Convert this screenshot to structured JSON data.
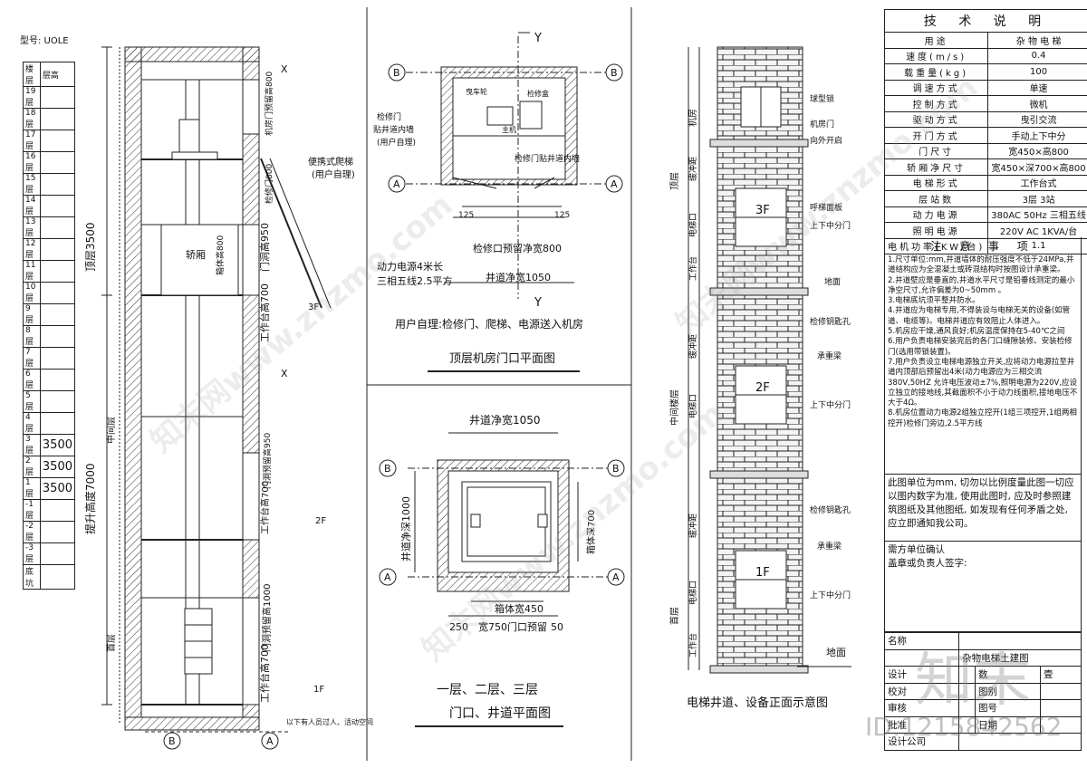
{
  "model_label": "型号: UOLE",
  "floor_table": {
    "headers": [
      "楼层",
      "层高"
    ],
    "rows": [
      {
        "floor": "19层",
        "height": ""
      },
      {
        "floor": "18层",
        "height": ""
      },
      {
        "floor": "17层",
        "height": ""
      },
      {
        "floor": "16层",
        "height": ""
      },
      {
        "floor": "15层",
        "height": ""
      },
      {
        "floor": "14层",
        "height": ""
      },
      {
        "floor": "13层",
        "height": ""
      },
      {
        "floor": "12层",
        "height": ""
      },
      {
        "floor": "11层",
        "height": ""
      },
      {
        "floor": "10层",
        "height": ""
      },
      {
        "floor": "9层",
        "height": ""
      },
      {
        "floor": "8层",
        "height": ""
      },
      {
        "floor": "7层",
        "height": ""
      },
      {
        "floor": "6层",
        "height": ""
      },
      {
        "floor": "5层",
        "height": ""
      },
      {
        "floor": "4层",
        "height": ""
      },
      {
        "floor": "3层",
        "height": "3500"
      },
      {
        "floor": "2层",
        "height": "3500"
      },
      {
        "floor": "1层",
        "height": "3500"
      },
      {
        "floor": "-1层",
        "height": ""
      },
      {
        "floor": "-2层",
        "height": ""
      },
      {
        "floor": "-3层",
        "height": ""
      },
      {
        "floor": "底坑",
        "height": ""
      }
    ]
  },
  "section": {
    "labels": {
      "top_height": "顶层3500",
      "lift_height": "提升高度7000",
      "mid": "中间层",
      "first": "首层",
      "car": "轿厢",
      "car_height": "箱体高800",
      "door_950": "门洞高950",
      "work_700_top": "工作台高700",
      "work_700_mid": "工作台高700",
      "work_700_bot": "工作台高700",
      "door_pre_950": "门洞预留高950",
      "door_pre_1000": "门洞预留高1000",
      "machine_door": "机房门预留高800",
      "service_door": "检修门800",
      "ladder": "便携式爬梯",
      "ladder_note": "(用户自理)",
      "floor_3f": "3F",
      "floor_2f": "2F",
      "floor_1f": "1F",
      "bottom_note": "以下有人员过人、活动空间",
      "axis_b": "B",
      "axis_a": "A",
      "x": "X"
    }
  },
  "top_plan": {
    "title": "顶层机房门口平面图",
    "note": "用户自理:检修门、爬梯、电源送入机房",
    "labels": {
      "y_top": "Y",
      "y_bot": "Y",
      "axis_b": "B",
      "axis_a": "A",
      "pulley": "曳车轮",
      "svc_box": "检修盒",
      "svc_door": "检修门",
      "svc_door2": "贴井道内墙",
      "svc_door3": "(用户自理)",
      "svc_door_in": "检修门贴井道内墙",
      "dim_125_l": "125",
      "dim_125_r": "125",
      "svc_width": "检修口预留净宽800",
      "shaft_width": "井道净宽1050",
      "power1": "动力电源4米长",
      "power2": "三相五线2.5平方",
      "motor": "主机"
    }
  },
  "floor_plan": {
    "title1": "一层、二层、三层",
    "title2": "门口、井道平面图",
    "labels": {
      "shaft_width": "井道净宽1050",
      "shaft_depth": "井道净深1000",
      "car_depth": "箱体深700",
      "car_width": "箱体宽450",
      "d250": "250",
      "door_w": "宽750门口预留",
      "d50": "50",
      "axis_b": "B",
      "axis_a": "A"
    }
  },
  "elevation": {
    "title": "电梯井道、设备正面示意图",
    "labels": {
      "top_floor": "顶层",
      "mid_floor": "中间楼层",
      "first_floor": "首层",
      "machine_room": "机房",
      "buffer_top": "缓冲距",
      "door_top": "电梯口",
      "work_top": "工作台",
      "buffer_mid": "缓冲距",
      "door_mid": "电梯口",
      "buffer_bot": "缓冲距",
      "door_bot": "电梯口",
      "work_bot": "工作台",
      "lock": "球型锁",
      "mr_door": "机房门",
      "out_open": "向外开启",
      "call_panel": "呼梯面板",
      "split_door_3": "上下中分门",
      "floor_mark": "地面",
      "key_hole_2": "检修钥匙孔",
      "bearing_2": "承重梁",
      "split_door_2": "上下中分门",
      "key_hole_1": "检修钥匙孔",
      "bearing_1": "承重梁",
      "split_door_1": "上下中分门",
      "ground": "地面",
      "f3": "3F",
      "f2": "2F",
      "f1": "1F"
    }
  },
  "spec": {
    "title": "技 术 说 明",
    "rows": [
      {
        "k": "用途",
        "v": "杂 物 电 梯"
      },
      {
        "k": "速度(m/s)",
        "v": "0.4"
      },
      {
        "k": "载重量(kg)",
        "v": "100"
      },
      {
        "k": "调速方式",
        "v": "单速"
      },
      {
        "k": "控制方式",
        "v": "微机"
      },
      {
        "k": "驱动方式",
        "v": "曳引交流"
      },
      {
        "k": "开门方式",
        "v": "手动上下中分"
      },
      {
        "k": "门尺寸",
        "v": "宽450×高800"
      },
      {
        "k": "轿厢净尺寸",
        "v": "宽450×深700×高800"
      },
      {
        "k": "电梯形式",
        "v": "工作台式"
      },
      {
        "k": "层站数",
        "v": "3层 3站"
      },
      {
        "k": "动力电源",
        "v": "380AC 50Hz 三相五线"
      },
      {
        "k": "照明电源",
        "v": "220V AC 1KVA/台"
      },
      {
        "k": "电机功率(KW/台)",
        "v": "1.1"
      }
    ]
  },
  "notes": {
    "title": "注 意 事 项",
    "items": [
      "1.尺寸单位:mm,井道墙体的耐压强度不低于24MPa,井道结构应为全混凝土或砖混结构时按图设计承重梁。",
      "2.井道壁应是垂直的,井道水平尺寸是铅垂线测定的最小净空尺寸,允许偏差为0~50mm 。",
      "3.电梯底坑须平整并防水。",
      "4.井道应为电梯专用,不得装设与电梯无关的设备(如管道、电缆等)。电梯井道应有效阻止人体进入。",
      "5.机房应干燥,通风良好;机房温度保持在5-40℃之间",
      "6.用户负责电梯安装完后的各门口缝隙装修、安装检修门(选用带锁装置)。",
      "7.用户负责设立电梯电源独立开关,应将动力电源拉至井道内顶部后预留出4米(动力电源应为三相交流380V,50HZ 允许电压波动±7%,照明电源为220V,应设立独立的接地线,其截面积不小于动力线面积,接地电压不大于4Ω。",
      "8.机房位置动力电源2组独立控开(1组三项控开,1组两相控开)检修门旁边,2.5平方线"
    ]
  },
  "remark": "此图单位为mm, 切勿以比例度量此图一切应以图内数字为准, 使用此图时, 应及时参照建筑图纸及其他图纸, 如发现有任何矛盾之处, 应立即通知我公司。",
  "confirm": {
    "line1": "需方单位确认",
    "line2": "盖章或负责人签字:"
  },
  "sign_table": {
    "rows": [
      [
        "名称",
        ""
      ],
      [
        "",
        "杂物电梯土建图"
      ],
      [
        "设计",
        "",
        "数",
        "壹"
      ],
      [
        "校对",
        "",
        "图别",
        ""
      ],
      [
        "审核",
        "",
        "图号",
        ""
      ],
      [
        "批准",
        "",
        "日期",
        ""
      ],
      [
        "设计公司",
        ""
      ]
    ]
  },
  "watermark": {
    "id": "ID:1215842562",
    "logo": "知末",
    "text": "知末网www.znzmo.com"
  }
}
